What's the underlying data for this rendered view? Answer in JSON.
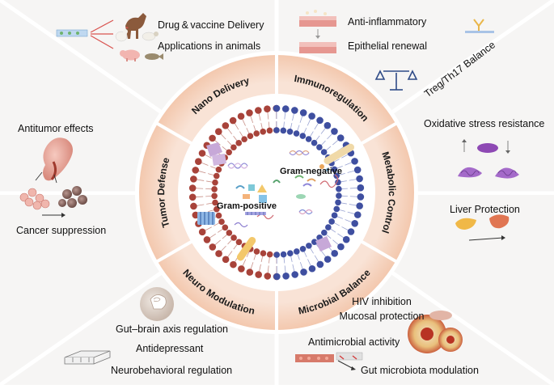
{
  "center": {
    "gram_negative": "Gram-negative",
    "gram_positive": "Gram-positive"
  },
  "sectors": [
    {
      "id": "nano",
      "label": "Nano Delivery"
    },
    {
      "id": "immuno",
      "label": "Immunoregulation"
    },
    {
      "id": "metabolic",
      "label": "Metabolic Control"
    },
    {
      "id": "microbial",
      "label": "Microbial Balance"
    },
    {
      "id": "neuro",
      "label": "Neuro Modulation"
    },
    {
      "id": "tumor",
      "label": "Tumor Defense"
    }
  ],
  "nano_panel": {
    "line1": "Drug & vaccine Delivery",
    "line2": "Applications in animals"
  },
  "immuno_panel": {
    "line1": "Anti-inflammatory",
    "line2": "Epithelial renewal",
    "balance": "Treg/Th17 Balance"
  },
  "metabolic_panel": {
    "line1": "Oxidative stress resistance",
    "line2": "Liver Protection"
  },
  "microbial_panel": {
    "line1": "HIV inhibition",
    "line2": "Mucosal protection",
    "line3": "Antimicrobial activity",
    "line4": "Gut microbiota modulation"
  },
  "neuro_panel": {
    "line1": "Gut–brain axis regulation",
    "line2": "Antidepressant",
    "line3": "Neurobehavioral regulation"
  },
  "tumor_panel": {
    "line1": "Antitumor effects",
    "line2": "Cancer suppression"
  },
  "colors": {
    "panel_bg": "#f5f4f2",
    "ring_bg": "#f7d9c8",
    "ring_text": "#1a1a1a",
    "gram_positive": "#a8433a",
    "gram_negative": "#3f4fa0"
  }
}
